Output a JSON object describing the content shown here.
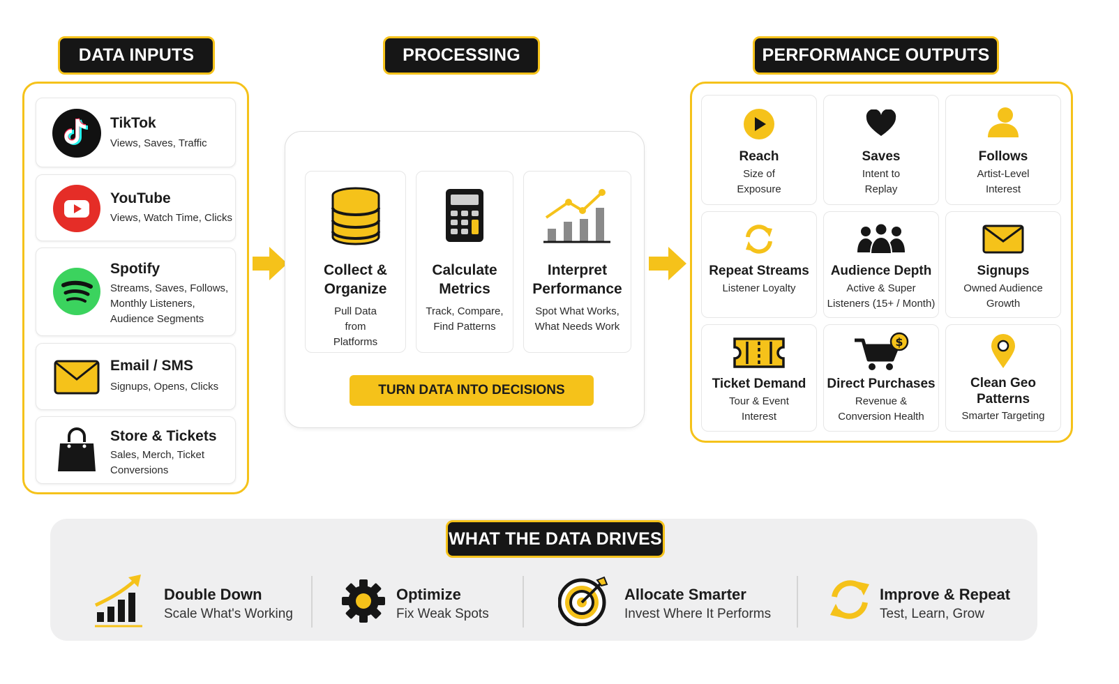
{
  "headers": {
    "inputs": "DATA INPUTS",
    "processing": "PROCESSING",
    "outputs": "PERFORMANCE OUTPUTS",
    "drives": "WHAT THE DATA DRIVES"
  },
  "inputs": [
    {
      "title": "TikTok",
      "desc": "Views, Saves, Traffic",
      "icon": "tiktok-icon"
    },
    {
      "title": "YouTube",
      "desc": "Views, Watch Time, Clicks",
      "icon": "youtube-icon"
    },
    {
      "title": "Spotify",
      "desc": "Streams, Saves, Follows, Monthly Listeners, Audience Segments",
      "icon": "spotify-icon"
    },
    {
      "title": "Email / SMS",
      "desc": "Signups, Opens, Clicks",
      "icon": "envelope-icon"
    },
    {
      "title": "Store & Tickets",
      "desc": "Sales, Merch, Ticket Conversions",
      "icon": "shopping-bag-icon"
    }
  ],
  "processing": {
    "steps": [
      {
        "title": "Collect & Organize",
        "desc": "Pull Data from Platforms",
        "icon": "database-icon"
      },
      {
        "title": "Calculate Metrics",
        "desc": "Track, Compare, Find Patterns",
        "icon": "calculator-icon"
      },
      {
        "title": "Interpret Performance",
        "desc": "Spot What Works, What Needs Work",
        "icon": "trend-chart-icon"
      }
    ],
    "cta": "TURN DATA INTO DECISIONS"
  },
  "outputs": [
    {
      "title": "Reach",
      "desc": "Size of Exposure",
      "icon": "play-icon"
    },
    {
      "title": "Saves",
      "desc": "Intent to Replay",
      "icon": "heart-icon"
    },
    {
      "title": "Follows",
      "desc": "Artist-Level Interest",
      "icon": "person-icon"
    },
    {
      "title": "Repeat Streams",
      "desc": "Listener Loyalty",
      "icon": "repeat-icon"
    },
    {
      "title": "Audience Depth",
      "desc": "Active & Super Listeners (15+ / Month)",
      "icon": "group-icon"
    },
    {
      "title": "Signups",
      "desc": "Owned Audience Growth",
      "icon": "envelope-icon"
    },
    {
      "title": "Ticket Demand",
      "desc": "Tour & Event Interest",
      "icon": "ticket-icon"
    },
    {
      "title": "Direct Purchases",
      "desc": "Revenue & Conversion Health",
      "icon": "cart-icon"
    },
    {
      "title": "Clean Geo Patterns",
      "desc": "Smarter Targeting",
      "icon": "map-pin-icon"
    }
  ],
  "drives": [
    {
      "title": "Double Down",
      "desc": "Scale What's Working",
      "icon": "growth-chart-icon"
    },
    {
      "title": "Optimize",
      "desc": "Fix Weak Spots",
      "icon": "gear-icon"
    },
    {
      "title": "Allocate Smarter",
      "desc": "Invest Where It Performs",
      "icon": "target-icon"
    },
    {
      "title": "Improve & Repeat",
      "desc": "Test, Learn, Grow",
      "icon": "refresh-icon"
    }
  ],
  "colors": {
    "accent": "#f5c21a",
    "dark": "#161616",
    "spotify": "#3bd35e",
    "youtube": "#e52d27"
  }
}
